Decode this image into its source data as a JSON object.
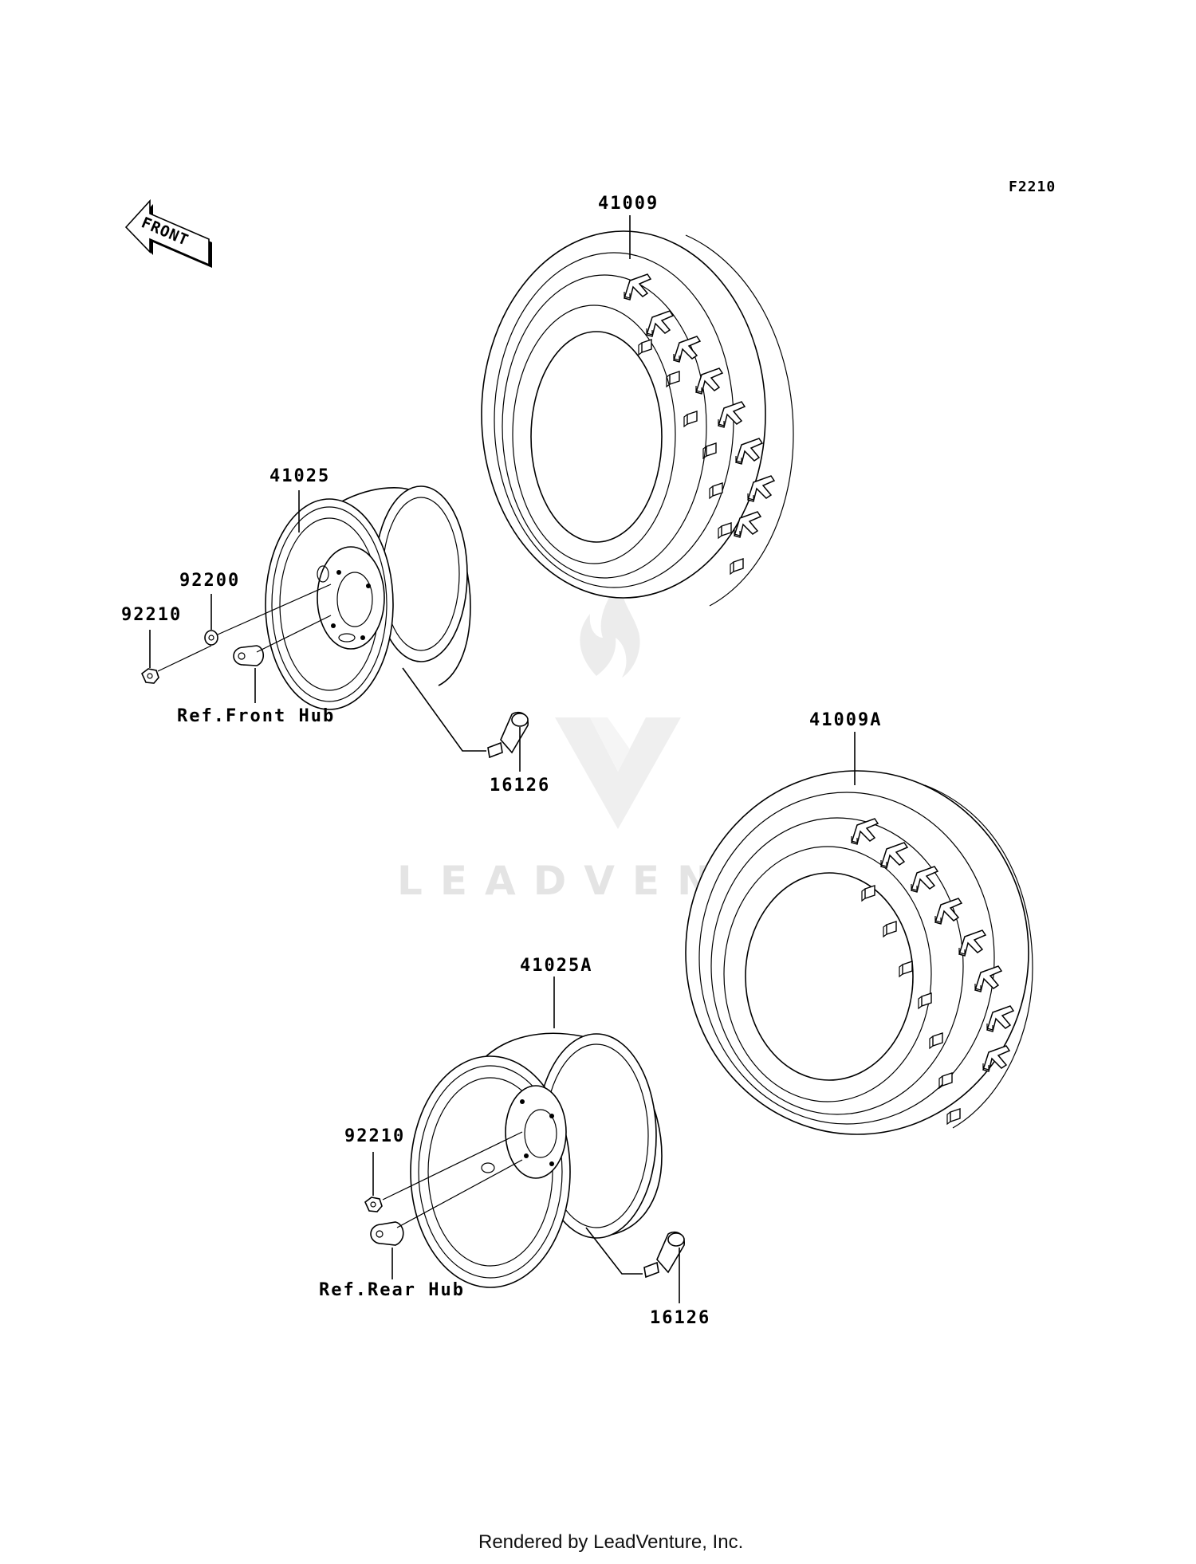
{
  "diagram_code": "F2210",
  "front_arrow_label": "FRONT",
  "callouts": {
    "front_tire": "41009",
    "rear_tire": "41009A",
    "front_wheel": "41025",
    "rear_wheel": "41025A",
    "front_washer": "92200",
    "front_nut": "92210",
    "rear_nut": "92210",
    "front_valve": "16126",
    "rear_valve": "16126",
    "front_hub_ref": "Ref.Front Hub",
    "rear_hub_ref": "Ref.Rear Hub"
  },
  "watermark": "LEADVENTURE",
  "footer": "Rendered by LeadVenture, Inc."
}
